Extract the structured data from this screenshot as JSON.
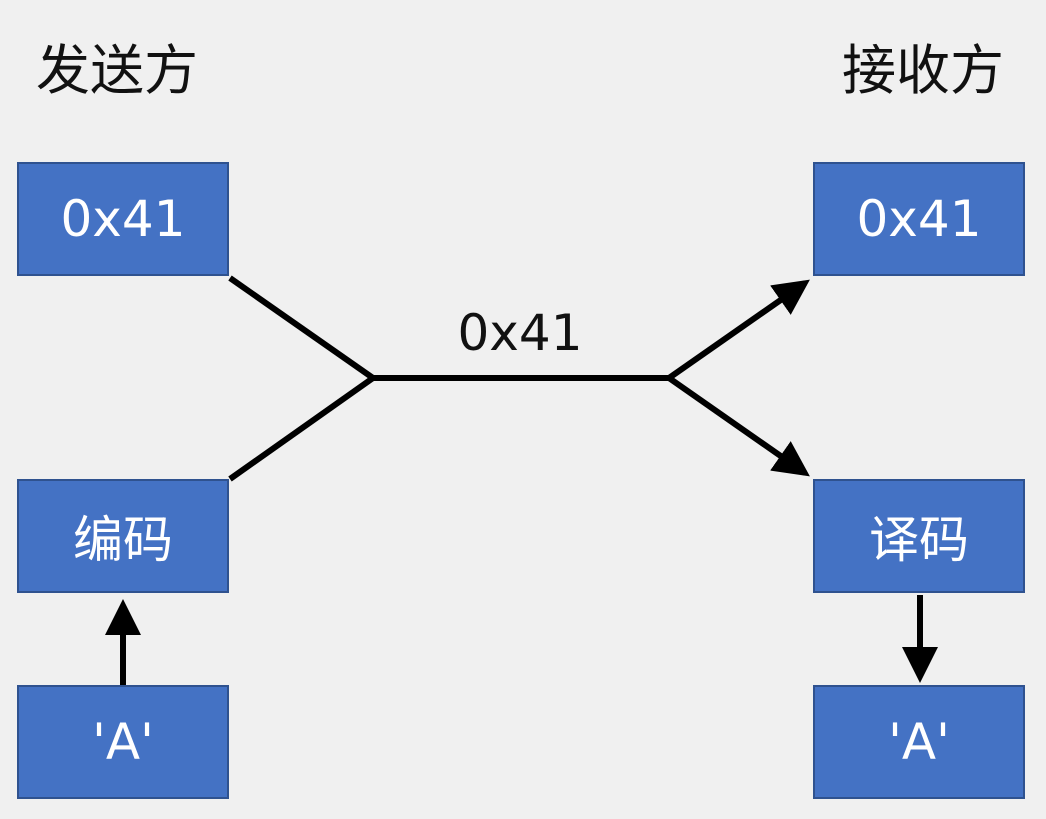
{
  "sender": {
    "title": "发送方",
    "top_box": "0x41",
    "encode_box": "编码",
    "char_box": "'A'"
  },
  "receiver": {
    "title": "接收方",
    "top_box": "0x41",
    "decode_box": "译码",
    "char_box": "'A'"
  },
  "channel": {
    "label": "0x41"
  },
  "colors": {
    "box_fill": "#4472c4",
    "box_border": "#2f528f",
    "box_text": "#ffffff",
    "line": "#000000",
    "background": "#f0f0f0"
  }
}
